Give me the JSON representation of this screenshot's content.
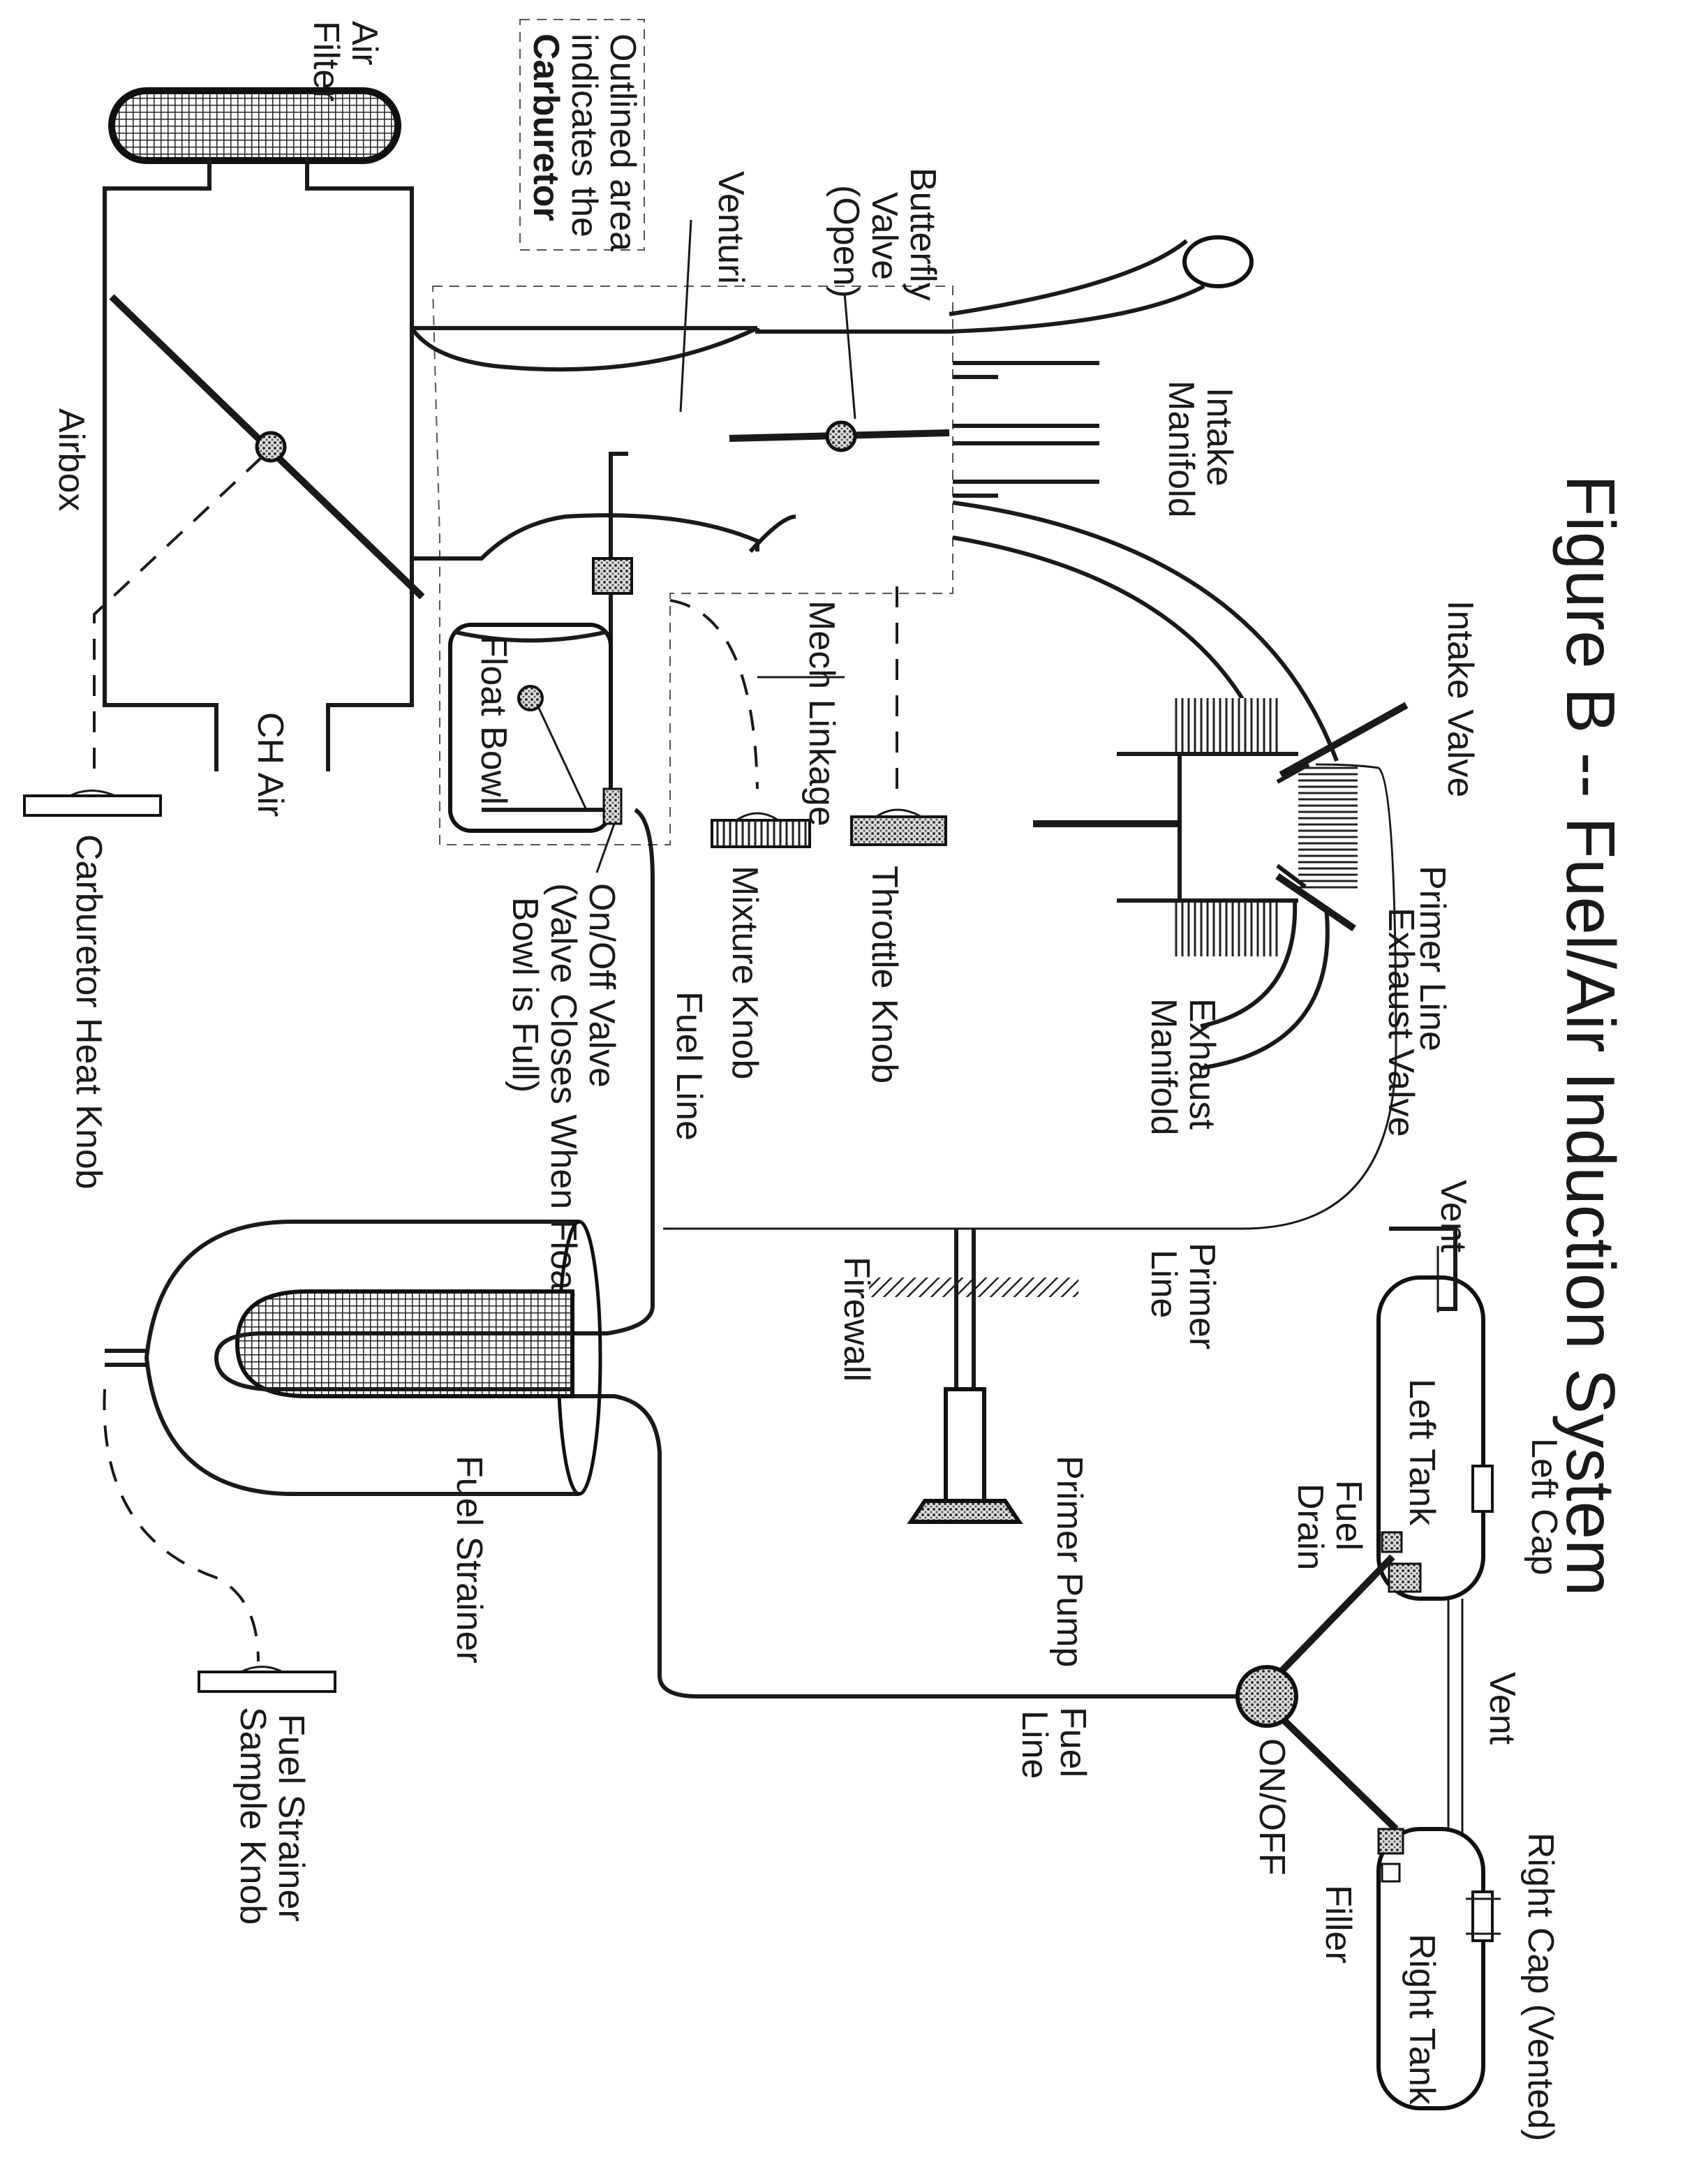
{
  "title": "Figure B -- Fuel/Air Induction System",
  "carb_note": {
    "line1": "Outlined area",
    "line2": "indicates the",
    "line3": "Carburetor"
  },
  "labels": {
    "air_filter": [
      "Air",
      "Filter"
    ],
    "airbox": "Airbox",
    "ch_air": "CH Air",
    "carb_heat_knob": "Carburetor Heat Knob",
    "venturi": "Venturi",
    "butterfly_valve": [
      "Butterfly",
      "Valve",
      "(Open)"
    ],
    "intake_manifold": [
      "Intake",
      "Manifold"
    ],
    "intake_valve": "Intake Valve",
    "exhaust_valve": "Exhaust Valve",
    "exhaust_manifold": [
      "Exhaust",
      "Manifold"
    ],
    "primer_line_top": "Primer Line",
    "mech_linkage": "Mech Linkage",
    "throttle_knob": "Throttle Knob",
    "mixture_knob": "Mixture Knob",
    "float_bowl": "Float Bowl",
    "on_off_valve": [
      "On/Off Valve",
      "(Valve Closes When Float",
      "Bowl is Full)"
    ],
    "fuel_line_upper": "Fuel Line",
    "primer_line_mid": [
      "Primer",
      "Line"
    ],
    "firewall": "Firewall",
    "primer_pump": "Primer Pump",
    "fuel_strainer": "Fuel Strainer",
    "fuel_strainer_sample_knob": [
      "Fuel Strainer",
      "Sample Knob"
    ],
    "vent_top": "Vent",
    "left_tank": "Left Tank",
    "left_cap": "Left Cap",
    "fuel_drain": [
      "Fuel",
      "Drain"
    ],
    "vent_mid": "Vent",
    "fuel_line_lower": [
      "Fuel",
      "Line"
    ],
    "on_off": "ON/OFF",
    "filler": "Filler",
    "right_cap": "Right Cap (Vented)",
    "right_tank": "Right Tank"
  }
}
